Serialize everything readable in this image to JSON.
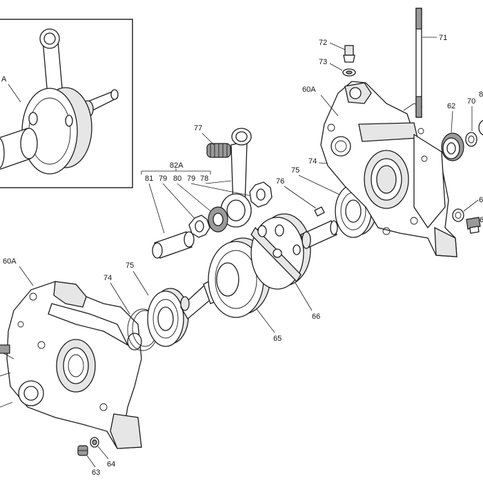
{
  "callouts": {
    "c60a_inset": "A",
    "c60a_left": "60A",
    "c60a_right": "60A",
    "c61": "6",
    "c61b": "6",
    "c62": "62",
    "c63": "63",
    "c64": "64",
    "c65": "65",
    "c66": "66",
    "c70": "70",
    "c71": "71",
    "c72": "72",
    "c73": "73",
    "c74_left": "74",
    "c74_right": "74",
    "c75_left": "75",
    "c75_right": "75",
    "c76": "76",
    "c77": "77",
    "c78": "78",
    "c79a": "79",
    "c79b": "79",
    "c80": "80",
    "c81": "81",
    "c82a": "82A",
    "c8": "8"
  },
  "colors": {
    "line": "#1a1a1a",
    "shade": "#e6e6e6",
    "dark": "#9a9a9a"
  }
}
